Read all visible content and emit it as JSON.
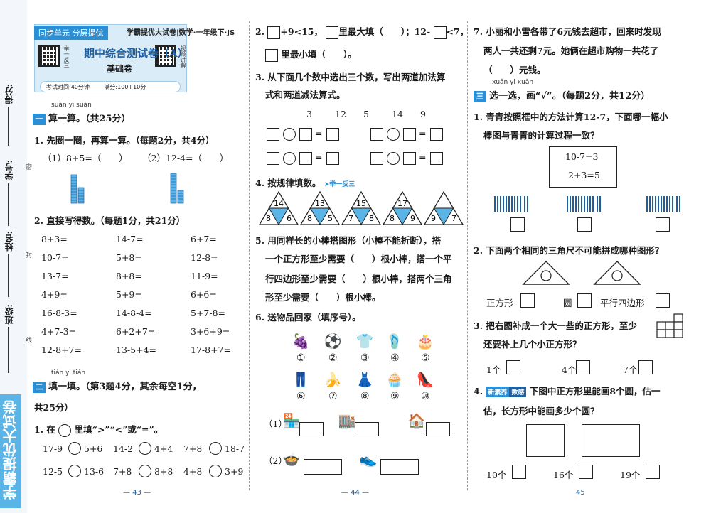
{
  "binding": {
    "score": "得分:",
    "student_no": "学号:",
    "name": "姓名:",
    "class": "班级:",
    "seal_mi": "密",
    "seal_feng": "封",
    "seal_xian": "线",
    "spine": "学霸提优大试卷"
  },
  "header": {
    "tag": "同步单元 分层提优",
    "topline": "学霸提优大试卷|数学·一年级下·JS",
    "title": "期中综合测试卷（A）",
    "subtitle": "基础卷",
    "qr_left_note": "举一反三",
    "qr_right_note": "视频讲解",
    "time": "考试时间:40分钟",
    "score": "满分:100+10分"
  },
  "p1": {
    "s1_pinyin": "suàn yi suàn",
    "s1_num": "一",
    "s1_title": "算一算。（共25分）",
    "q1": "1. 先圈一圈，再算一算。（每题2分，共4分）",
    "q1a": "（1）8+5=（　　）",
    "q1b": "（2）12-4=（　　）",
    "q2": "2. 直接写得数。（每题1分，共21分）",
    "calc": [
      [
        "8+3=",
        "14-7=",
        "6+7="
      ],
      [
        "10-7=",
        "5+8=",
        "12-8="
      ],
      [
        "13-7=",
        "8+8=",
        "11-9="
      ],
      [
        "4+9=",
        "5+9=",
        "6+6="
      ],
      [
        "16-8-3=",
        "14-8-4=",
        "5+7-8="
      ],
      [
        "4+7-3=",
        "6+2+7=",
        "3+6+9="
      ],
      [
        "12-8+7=",
        "13-5+4=",
        "17-8+7="
      ]
    ],
    "s2_pinyin": "tián yi tián",
    "s2_num": "二",
    "s2_title": "填一填。（第3题4分，其余每空1分，",
    "s2_title2": "共25分）",
    "q21_pre": "1. 在",
    "q21_post": "里填“>”“<”或“=”。",
    "cmp": [
      [
        "17-9",
        "5+6",
        "14-2",
        "4+4",
        "7+8",
        "18-7"
      ],
      [
        "12-5",
        "13-6",
        "7+8",
        "8+8",
        "4+8",
        "3+9"
      ]
    ],
    "page_no": "— 43 —"
  },
  "p2": {
    "q22_a": "2.",
    "q22_b": "+9<15，",
    "q22_c": "里最大填（　　）；12-",
    "q22_d": "<7，",
    "q22_e": "里最小填（　　）。",
    "q23": "3. 从下面几个数中选出三个数，写出两道加法算",
    "q23b": "式和两道减法算式。",
    "nums": [
      "3",
      "12",
      "5",
      "14",
      "9"
    ],
    "q24": "4. 按规律填数。",
    "q24_tag": "➤举一反三",
    "tri": [
      [
        "14",
        "8",
        "6"
      ],
      [
        "13",
        "8",
        "5"
      ],
      [
        "15",
        "7",
        "8"
      ],
      [
        "17",
        "8",
        "9"
      ],
      [
        "",
        "9",
        "7"
      ]
    ],
    "q25": "5. 用同样长的小棒搭图形（小棒不能折断），搭",
    "q25b": "一个正方形至少需要（　　）根小棒，搭一个平",
    "q25c": "行四边形至少需要（　　）根小棒，搭两个三角",
    "q25d": "形至少需要（　　）根小棒。",
    "q26": "6. 送物品回家（填序号）。",
    "labels_row1": [
      "①",
      "②",
      "③",
      "④",
      "⑤"
    ],
    "labels_row2": [
      "⑥",
      "⑦",
      "⑧",
      "⑨",
      "⑩"
    ],
    "r1": "（1）",
    "r2": "（2）",
    "page_no": "— 44 —"
  },
  "p3": {
    "q27": "7. 小丽和小雪各带了6元钱去超市，回来时发现",
    "q27b": "两人一共还剩7元。她俩在超市购物一共花了",
    "q27c": "（　　）元钱。",
    "s3_pinyin": "xuǎn yi xuǎn",
    "s3_num": "三",
    "s3_title": "选一选，画“√”。（每题2分，共12分）",
    "q31": "1. 青青按照框中的方法计算12-7，下面哪一幅小",
    "q31b": "棒图与青青的计算过程一致？",
    "box_l1": "10-7=3",
    "box_l2": "2+3=5",
    "q32": "2. 下面两个相同的三角尺不可能拼成哪种图形？",
    "opt_a": "正方形",
    "opt_b": "圆",
    "opt_c": "平行四边形",
    "q33": "3. 把右图补成一个大一些的正方形，至少",
    "q33b": "还要补上几个小正方形？",
    "o1": "1个",
    "o2": "4个",
    "o3": "7个",
    "q34_pre": "4.",
    "badge1": "新素养",
    "badge2": "数感",
    "q34": "下图中正方形里能画8个圆，估一",
    "q34b": "估，长方形中能画多少个圆？",
    "e1": "10个",
    "e2": "16个",
    "e3": "19个",
    "page_no": "45",
    "colors": {
      "accent": "#2b8fd6",
      "header_bg": "#d9ecf8",
      "triangle_fill": "#5ab4e6"
    }
  }
}
